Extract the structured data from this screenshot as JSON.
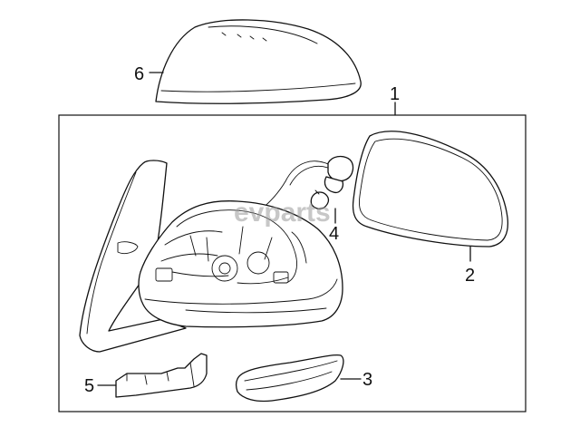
{
  "diagram": {
    "callouts": [
      {
        "id": "1",
        "label": "1"
      },
      {
        "id": "2",
        "label": "2"
      },
      {
        "id": "3",
        "label": "3"
      },
      {
        "id": "4",
        "label": "4"
      },
      {
        "id": "5",
        "label": "5"
      },
      {
        "id": "6",
        "label": "6"
      }
    ],
    "watermark": "evparts",
    "colors": {
      "line": "#111111",
      "background": "#ffffff",
      "watermark": "#9a9a9a"
    }
  }
}
